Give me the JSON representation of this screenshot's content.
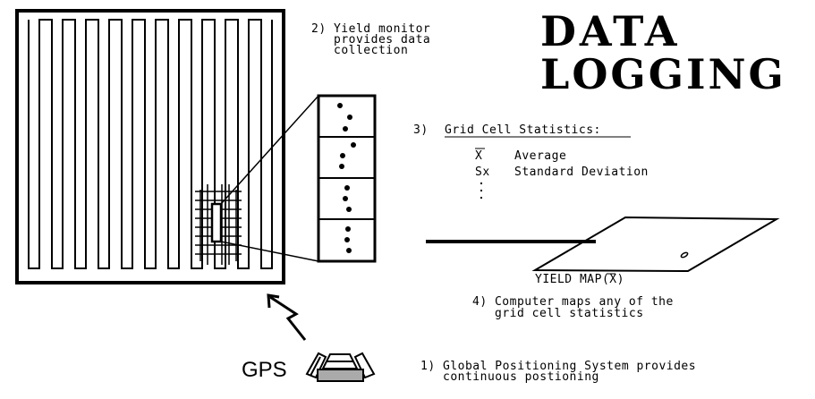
{
  "title": {
    "line1": "DATA",
    "line2": "LOGGING"
  },
  "steps": {
    "step2": {
      "line1": "2) Yield monitor",
      "line2": "provides data",
      "line3": "collection"
    },
    "step3": {
      "heading_num": "3)",
      "heading": "Grid Cell Statistics:",
      "stats": [
        {
          "symbol": "X",
          "label": "Average"
        },
        {
          "symbol": "Sx",
          "label": "Standard Deviation"
        }
      ]
    },
    "map_label": "YIELD MAP(X)",
    "step4": {
      "line1": "4) Computer maps any of the",
      "line2": "grid cell statistics"
    },
    "step1": {
      "line1": "1) Global Positioning System provides",
      "line2": "continuous postioning"
    }
  },
  "gps_label": "GPS",
  "icons": [
    "field-rows",
    "yield-monitor-grid",
    "lightning-arrow",
    "gps-receiver-icon",
    "yield-map-plane"
  ]
}
